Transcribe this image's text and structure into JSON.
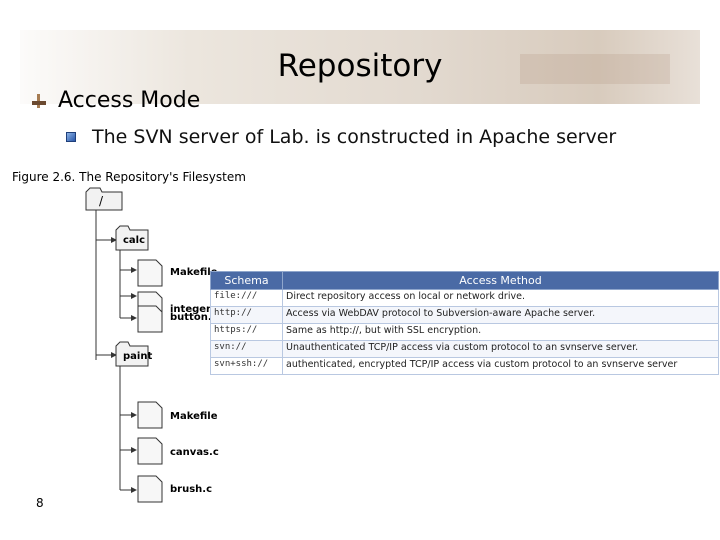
{
  "slide": {
    "title": "Repository",
    "bullet_level1": "Access Mode",
    "bullet_level2": "The SVN server of Lab. is constructed in Apache server",
    "page_number": "8"
  },
  "figure": {
    "caption": "Figure 2.6. The Repository's Filesystem",
    "root": "/",
    "folders": [
      "calc",
      "paint"
    ],
    "calc_files": [
      "Makefile",
      "integer.c",
      "button.c"
    ],
    "paint_files": [
      "Makefile",
      "canvas.c",
      "brush.c"
    ]
  },
  "table": {
    "headers": [
      "Schema",
      "Access Method"
    ],
    "rows": [
      [
        "file:///",
        "Direct repository access on local or network drive."
      ],
      [
        "http://",
        "Access via WebDAV protocol to Subversion-aware Apache server."
      ],
      [
        "https://",
        "Same as http://, but with SSL encryption."
      ],
      [
        "svn://",
        "Unauthenticated TCP/IP access via custom protocol to an svnserve server."
      ],
      [
        "svn+ssh://",
        "authenticated, encrypted TCP/IP access via custom protocol to an svnserve server"
      ]
    ]
  },
  "colors": {
    "table_header": "#4a6aa5",
    "bullet_square": "#2a57a8"
  }
}
